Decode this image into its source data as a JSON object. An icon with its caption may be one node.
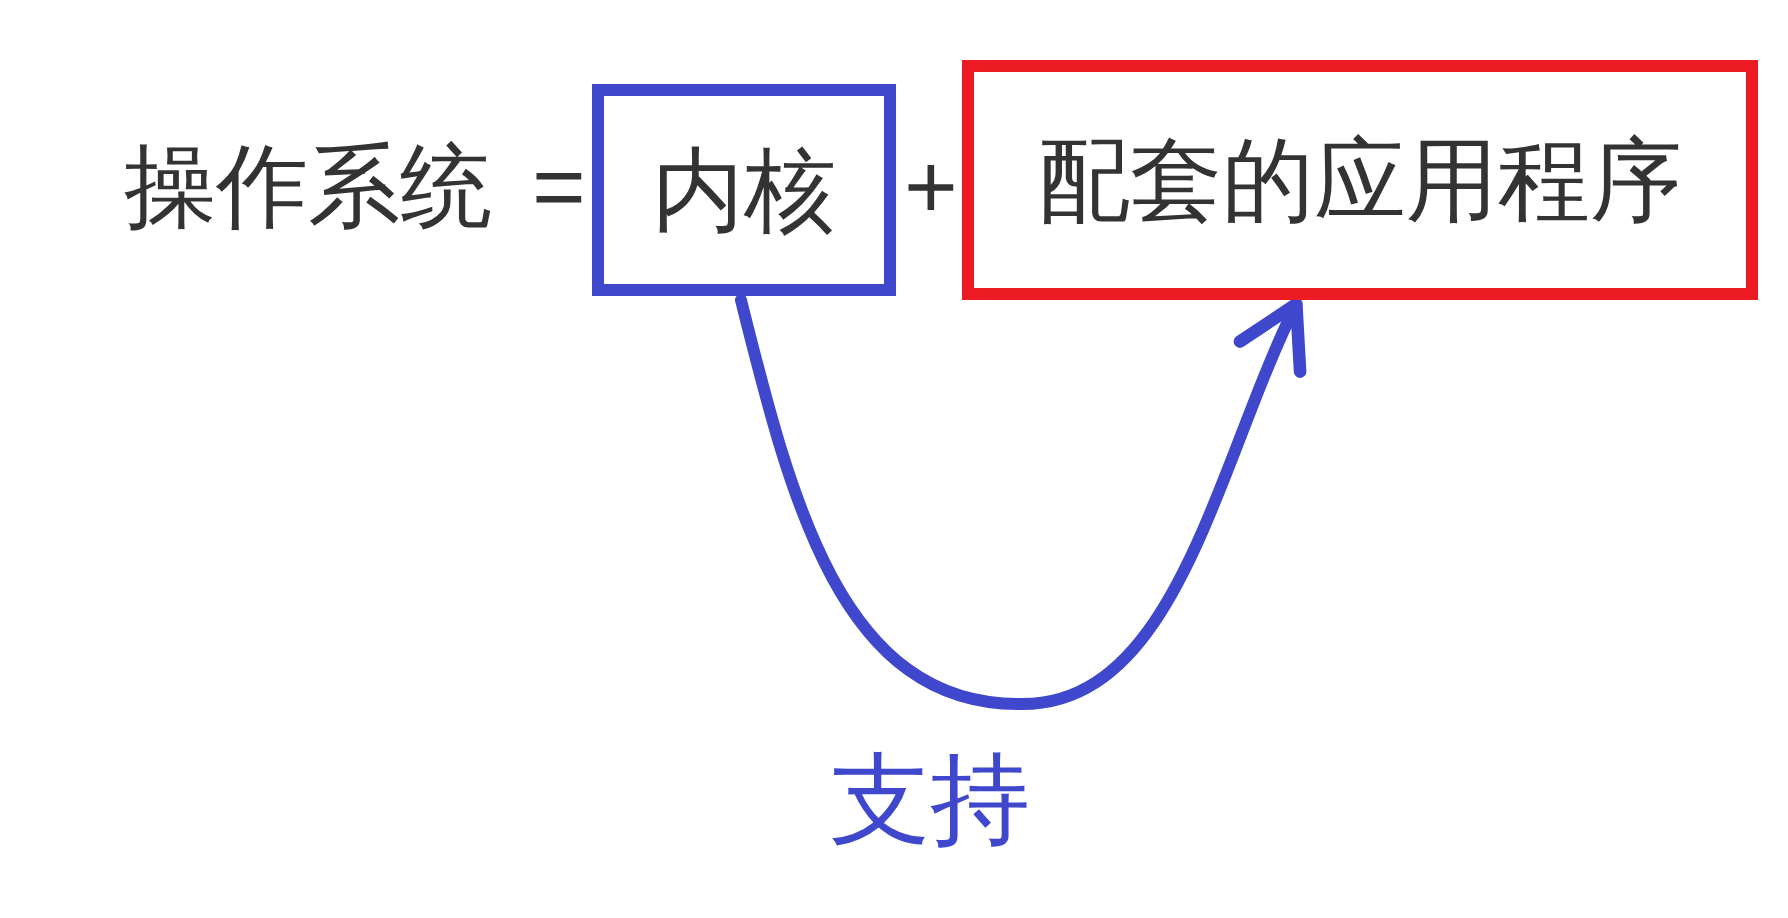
{
  "diagram": {
    "nodes": [
      {
        "text": [
          "内核"
        ]
      },
      {
        "text": [
          "配套的应用程序"
        ]
      }
    ],
    "edges": [
      {
        "from": 0,
        "to": 1,
        "arrow": "to",
        "label": "支持"
      }
    ],
    "labels": [
      "操作系统",
      "=",
      "+"
    ]
  }
}
